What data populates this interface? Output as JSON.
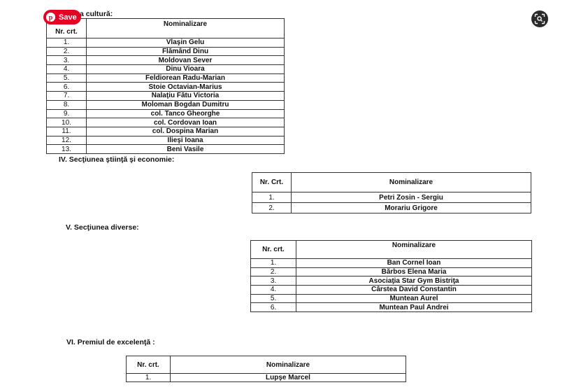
{
  "pinterest": {
    "save_label": "Save"
  },
  "sections": {
    "s3": {
      "title_fragment": "a cultură:",
      "col_nr": "Nr. crt.",
      "col_nom": "Nominalizare",
      "rows": [
        {
          "nr": "1.",
          "name": "Vlaşin Gelu"
        },
        {
          "nr": "2.",
          "name": "Flămând Dinu"
        },
        {
          "nr": "3.",
          "name": "Moldovan Sever"
        },
        {
          "nr": "4.",
          "name": "Dinu Vioara"
        },
        {
          "nr": "5.",
          "name": "Feldiorean  Radu-Marian"
        },
        {
          "nr": "6.",
          "name": "Stoie  Octavian-Marius"
        },
        {
          "nr": "7.",
          "name": "Nalaţiu  Fătu Victoria"
        },
        {
          "nr": "8.",
          "name": "Moloman Bogdan Dumitru"
        },
        {
          "nr": "9.",
          "name": "col. Tanco Gheorghe"
        },
        {
          "nr": "10.",
          "name": "col. Cordovan Ioan"
        },
        {
          "nr": "11.",
          "name": "col. Dospina Marian"
        },
        {
          "nr": "12.",
          "name": "Ilieşi Ioana"
        },
        {
          "nr": "13.",
          "name": "Beni Vasile"
        }
      ]
    },
    "s4": {
      "title": "IV. Secţiunea ştiinţă şi economie:",
      "col_nr": "Nr. Crt.",
      "col_nom": "Nominalizare",
      "rows": [
        {
          "nr": "1.",
          "name": "Petri Zosin - Sergiu"
        },
        {
          "nr": "2.",
          "name": "Morariu Grigore"
        }
      ]
    },
    "s5": {
      "title": "V. Secţiunea diverse:",
      "col_nr": "Nr. crt.",
      "col_nom": "Nominalizare",
      "rows": [
        {
          "nr": "1.",
          "name": "Ban Cornel Ioan"
        },
        {
          "nr": "2.",
          "name": "Bărbos Elena Maria"
        },
        {
          "nr": "3.",
          "name": "Asociaţia Star Gym Bistriţa"
        },
        {
          "nr": "4.",
          "name": "Cârstea David Constantin"
        },
        {
          "nr": "5.",
          "name": "Muntean Aurel"
        },
        {
          "nr": "6.",
          "name": "Muntean Paul Andrei"
        }
      ]
    },
    "s6": {
      "title": "VI. Premiul de excelenţă :",
      "col_nr": "Nr. crt.",
      "col_nom": "Nominalizare",
      "rows": [
        {
          "nr": "1.",
          "name": "Lupşe Marcel"
        }
      ]
    }
  },
  "icons": {
    "pin": "pinterest-icon",
    "lens": "visual-search-icon"
  },
  "colors": {
    "save_button": "#e60023",
    "lens_button": "#2b2b2b"
  }
}
